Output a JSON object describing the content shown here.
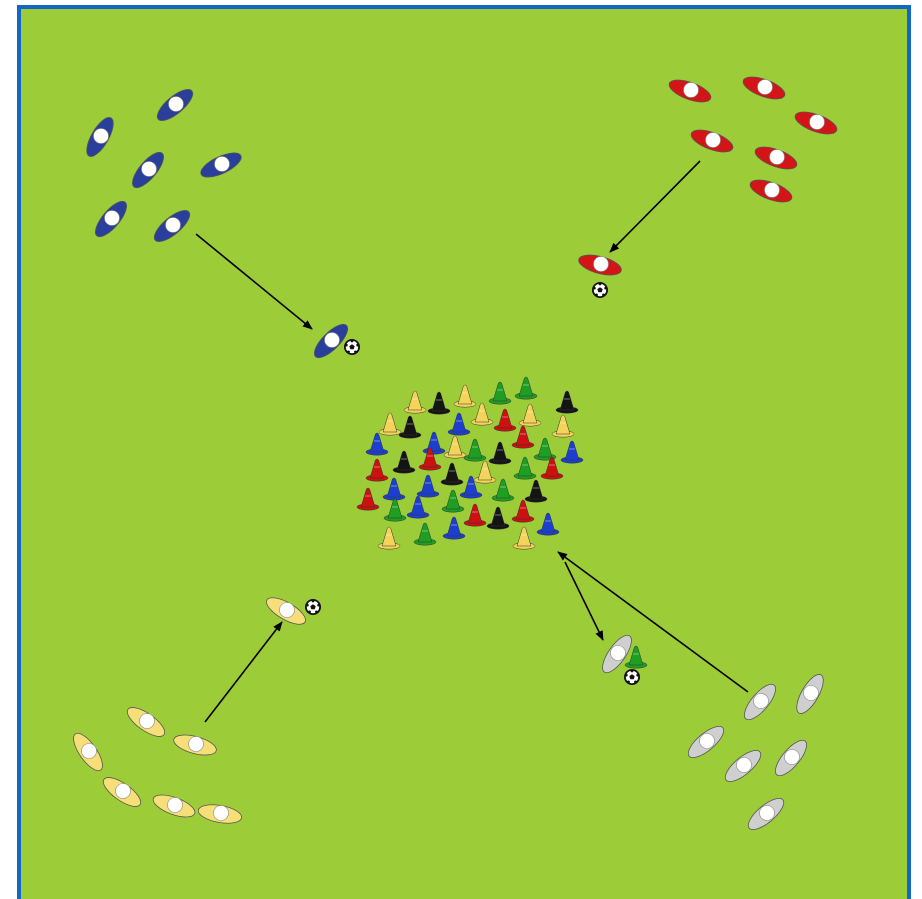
{
  "colors": {
    "frame": "#1266c8",
    "pitch": "#9ccd38",
    "outline": "#555555",
    "arrow": "#000000",
    "teams": {
      "blue": "#2a3f9c",
      "red": "#d41518",
      "yellow": "#f6df79",
      "grey": "#cfcfcf"
    },
    "cones": {
      "yellow": "#f4d35a",
      "black": "#141414",
      "green": "#1e9e22",
      "red": "#cd1010",
      "blue": "#1c3fd0"
    }
  },
  "icons": {
    "player": "player-marker-icon",
    "ball": "soccer-ball-icon",
    "cone": "training-cone-icon"
  },
  "diagram": {
    "teams": [
      {
        "team": "blue",
        "players": 6,
        "runner_with_ball": true
      },
      {
        "team": "red",
        "players": 6,
        "runner_with_ball": true
      },
      {
        "team": "yellow",
        "players": 6,
        "runner_with_ball": true
      },
      {
        "team": "grey",
        "players": 6,
        "runner_with_ball": true
      }
    ],
    "central_cone_pile": {
      "cone_colors": [
        "yellow",
        "black",
        "green",
        "red",
        "blue"
      ]
    }
  }
}
